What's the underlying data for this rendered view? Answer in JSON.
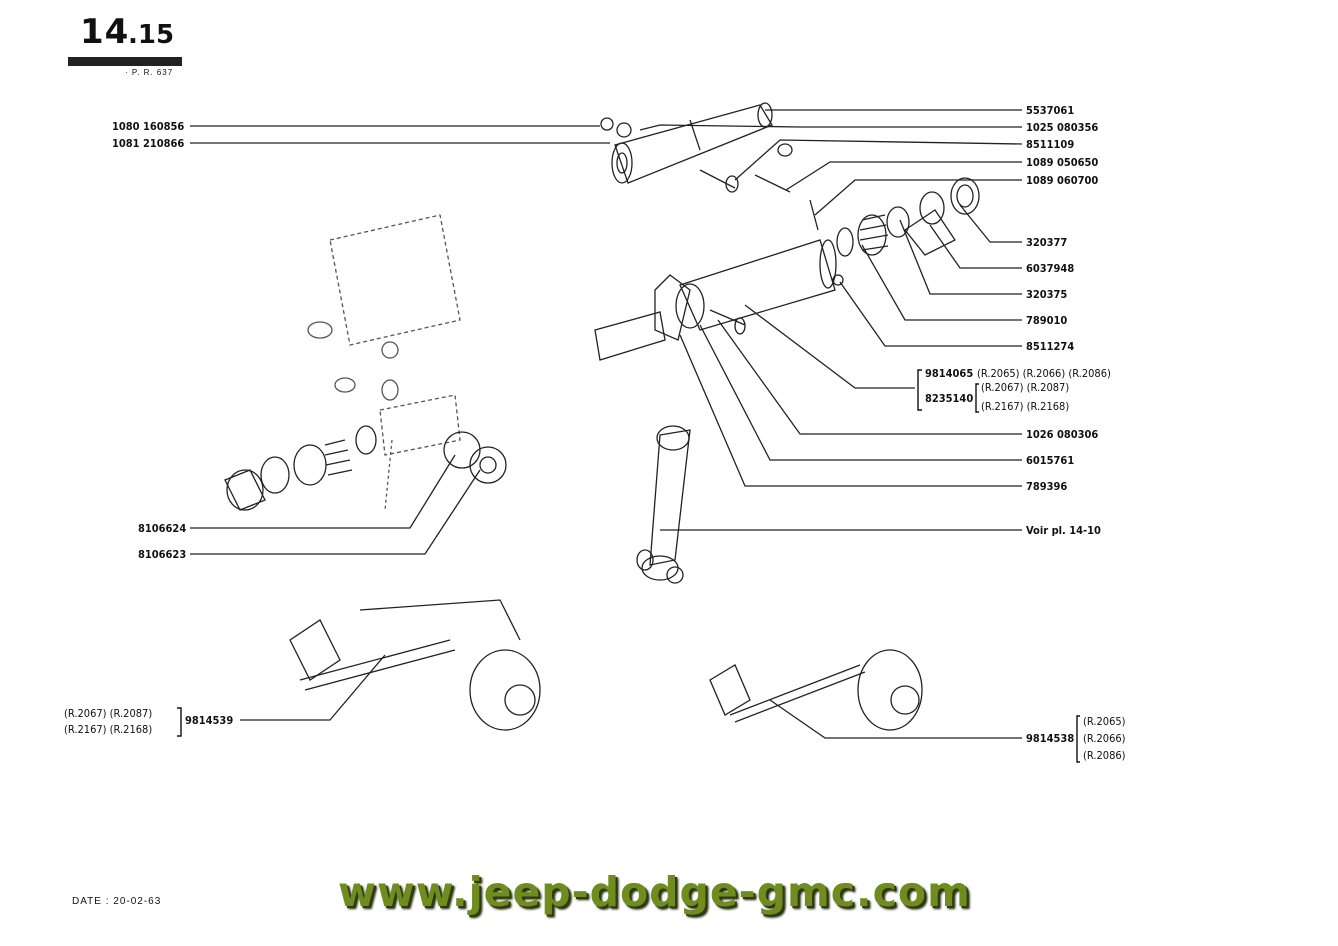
{
  "header": {
    "plate_main": "14",
    "plate_sub": ".15",
    "reference": "· P. R. 637"
  },
  "labels": {
    "l_1080": "1080 160856",
    "l_1081": "1081 210866",
    "r_5537061": "5537061",
    "r_1025": "1025 080356",
    "r_8511109": "8511109",
    "r_1089a": "1089 050650",
    "r_1089b": "1089 060700",
    "r_320377": "320377",
    "r_6037948": "6037948",
    "r_320375": "320375",
    "r_789010": "789010",
    "r_8511274": "8511274",
    "r_9814065": "9814065",
    "r_9814065_models": "(R.2065) (R.2066) (R.2086)",
    "r_8235140": "8235140",
    "r_8235140_models_a": "(R.2067) (R.2087)",
    "r_8235140_models_b": "(R.2167) (R.2168)",
    "r_1026": "1026 080306",
    "r_6015761": "6015761",
    "r_789396": "789396",
    "r_voir": "Voir pl. 14-10",
    "l_8106624": "8106624",
    "l_8106623": "8106623",
    "l_models_a": "(R.2067) (R.2087)",
    "l_models_b": "(R.2167) (R.2168)",
    "l_9814539": "9814539",
    "r_9814538": "9814538",
    "r_9814538_m1": "(R.2065)",
    "r_9814538_m2": "(R.2066)",
    "r_9814538_m3": "(R.2086)"
  },
  "footer": {
    "date": "DATE : 20-02-63",
    "watermark": "www.jeep-dodge-gmc.com"
  }
}
